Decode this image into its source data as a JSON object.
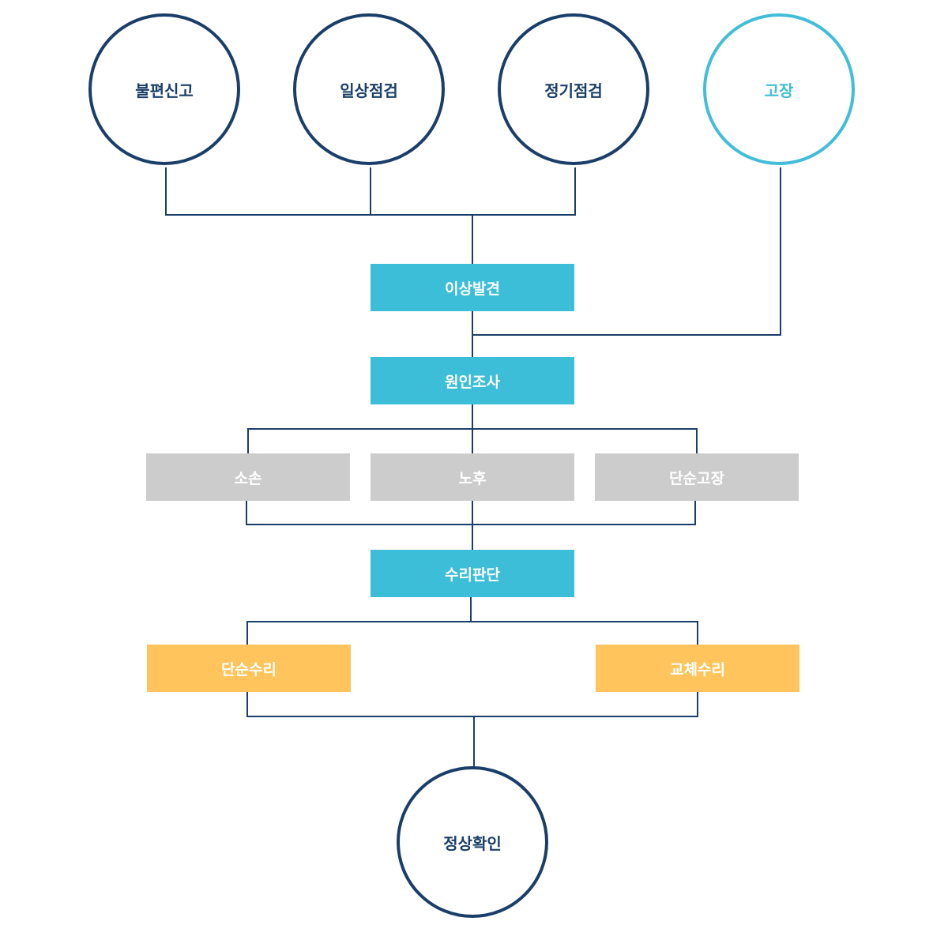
{
  "colors": {
    "navy": "#1a3e6a",
    "cyan": "#40bdd8",
    "step_box": "#3cbdd8",
    "cause_box": "#cccccc",
    "repair_box": "#ffc55c"
  },
  "triggers": {
    "complaint": "불편신고",
    "daily": "일상점검",
    "regular": "정기점검",
    "fault": "고장"
  },
  "steps": {
    "detect": "이상발견",
    "investigate": "원인조사",
    "judge": "수리판단"
  },
  "causes": {
    "damage": "소손",
    "aging": "노후",
    "simple_fault": "단순고장"
  },
  "repairs": {
    "simple": "단순수리",
    "replace": "교체수리"
  },
  "end": {
    "confirm": "정상확인"
  }
}
